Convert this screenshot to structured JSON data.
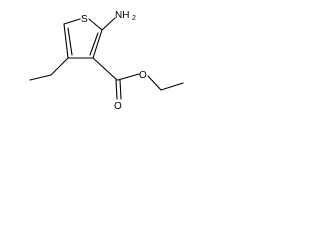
{
  "molecule": {
    "atoms": {
      "sulfur": "S",
      "amine_n": "NH",
      "amine_h_count": "2",
      "carbonyl_o": "O",
      "ester_o": "O"
    }
  }
}
